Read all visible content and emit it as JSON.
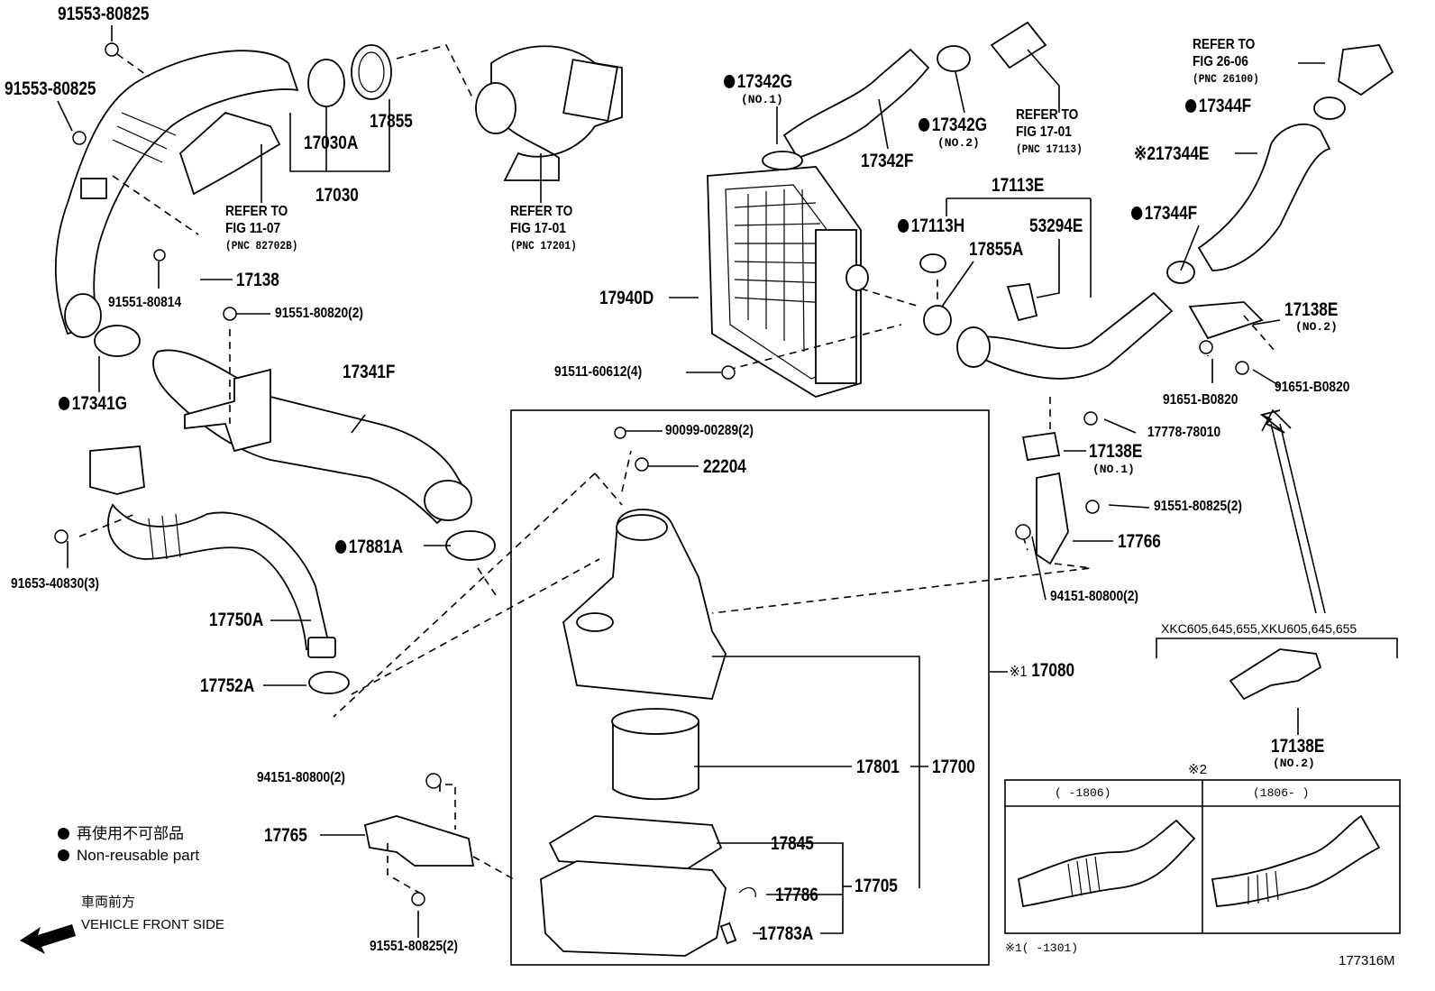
{
  "diagram_id": "177316M",
  "labels": {
    "p91553_80825_top": "91553-80825",
    "p91553_80825_left": "91553-80825",
    "p17030A": "17030A",
    "p17855": "17855",
    "p17030": "17030",
    "p17342G_1": "17342G",
    "p17342G_1_sub": "(NO.1)",
    "p17342F": "17342F",
    "p17342G_2": "17342G",
    "p17342G_2_sub": "(NO.2)",
    "p17113E": "17113E",
    "p17113H": "17113H",
    "p53294E": "53294E",
    "p17855A": "17855A",
    "p17940D": "17940D",
    "p91511_60612": "91511-60612(4)",
    "p17344F_top": "17344F",
    "p17344E": "17344E",
    "p17344E_mark": "※2",
    "p17344F_mid": "17344F",
    "p17138E_no2": "17138E",
    "p17138E_no2_sub": "(NO.2)",
    "p91651_left": "91651-B0820",
    "p91651_right": "91651-B0820",
    "p17778_78010": "17778-78010",
    "p17138E_no1": "17138E",
    "p17138E_no1_sub": "(NO.1)",
    "p91551_80825_right": "91551-80825(2)",
    "p17766": "17766",
    "p94151_80800_right": "94151-80800(2)",
    "p17138": "17138",
    "p91551_80814": "91551-80814",
    "p91551_80820": "91551-80820(2)",
    "p17341F": "17341F",
    "p17341G": "17341G",
    "p90099_00289": "90099-00289(2)",
    "p22204": "22204",
    "p17881A": "17881A",
    "p91653_40830": "91653-40830(3)",
    "p17750A": "17750A",
    "p17752A": "17752A",
    "p17080": "17080",
    "p17080_mark": "※1",
    "p17801": "17801",
    "p17700": "17700",
    "p17845": "17845",
    "p17786": "17786",
    "p17705": "17705",
    "p17783A": "17783A",
    "p94151_80800_left": "94151-80800(2)",
    "p17765": "17765",
    "p91551_80825_bottom": "91551-80825(2)",
    "p17138E_variant": "17138E",
    "p17138E_variant_sub": "(NO.2)",
    "variant_models": "XKC605,645,655,XKU605,645,655"
  },
  "refer_notes": {
    "fig_11_07": [
      "REFER TO",
      "FIG 11-07",
      "(PNC 82702B)"
    ],
    "fig_17_01_a": [
      "REFER TO",
      "FIG 17-01",
      "(PNC 17201)"
    ],
    "fig_17_01_b": [
      "REFER TO",
      "FIG 17-01",
      "(PNC 17113)"
    ],
    "fig_26_06": [
      "REFER TO",
      "FIG 26-06",
      "(PNC 26100)"
    ]
  },
  "legend": {
    "jp": "再使用不可部品",
    "en": "Non-reusable part",
    "front_jp": "車両前方",
    "front_en": "VEHICLE FRONT SIDE"
  },
  "variant_table": {
    "mark": "※2",
    "col1": "(      -1806)",
    "col2": "(1806-      )",
    "footnote": "※1(      -1301)"
  }
}
